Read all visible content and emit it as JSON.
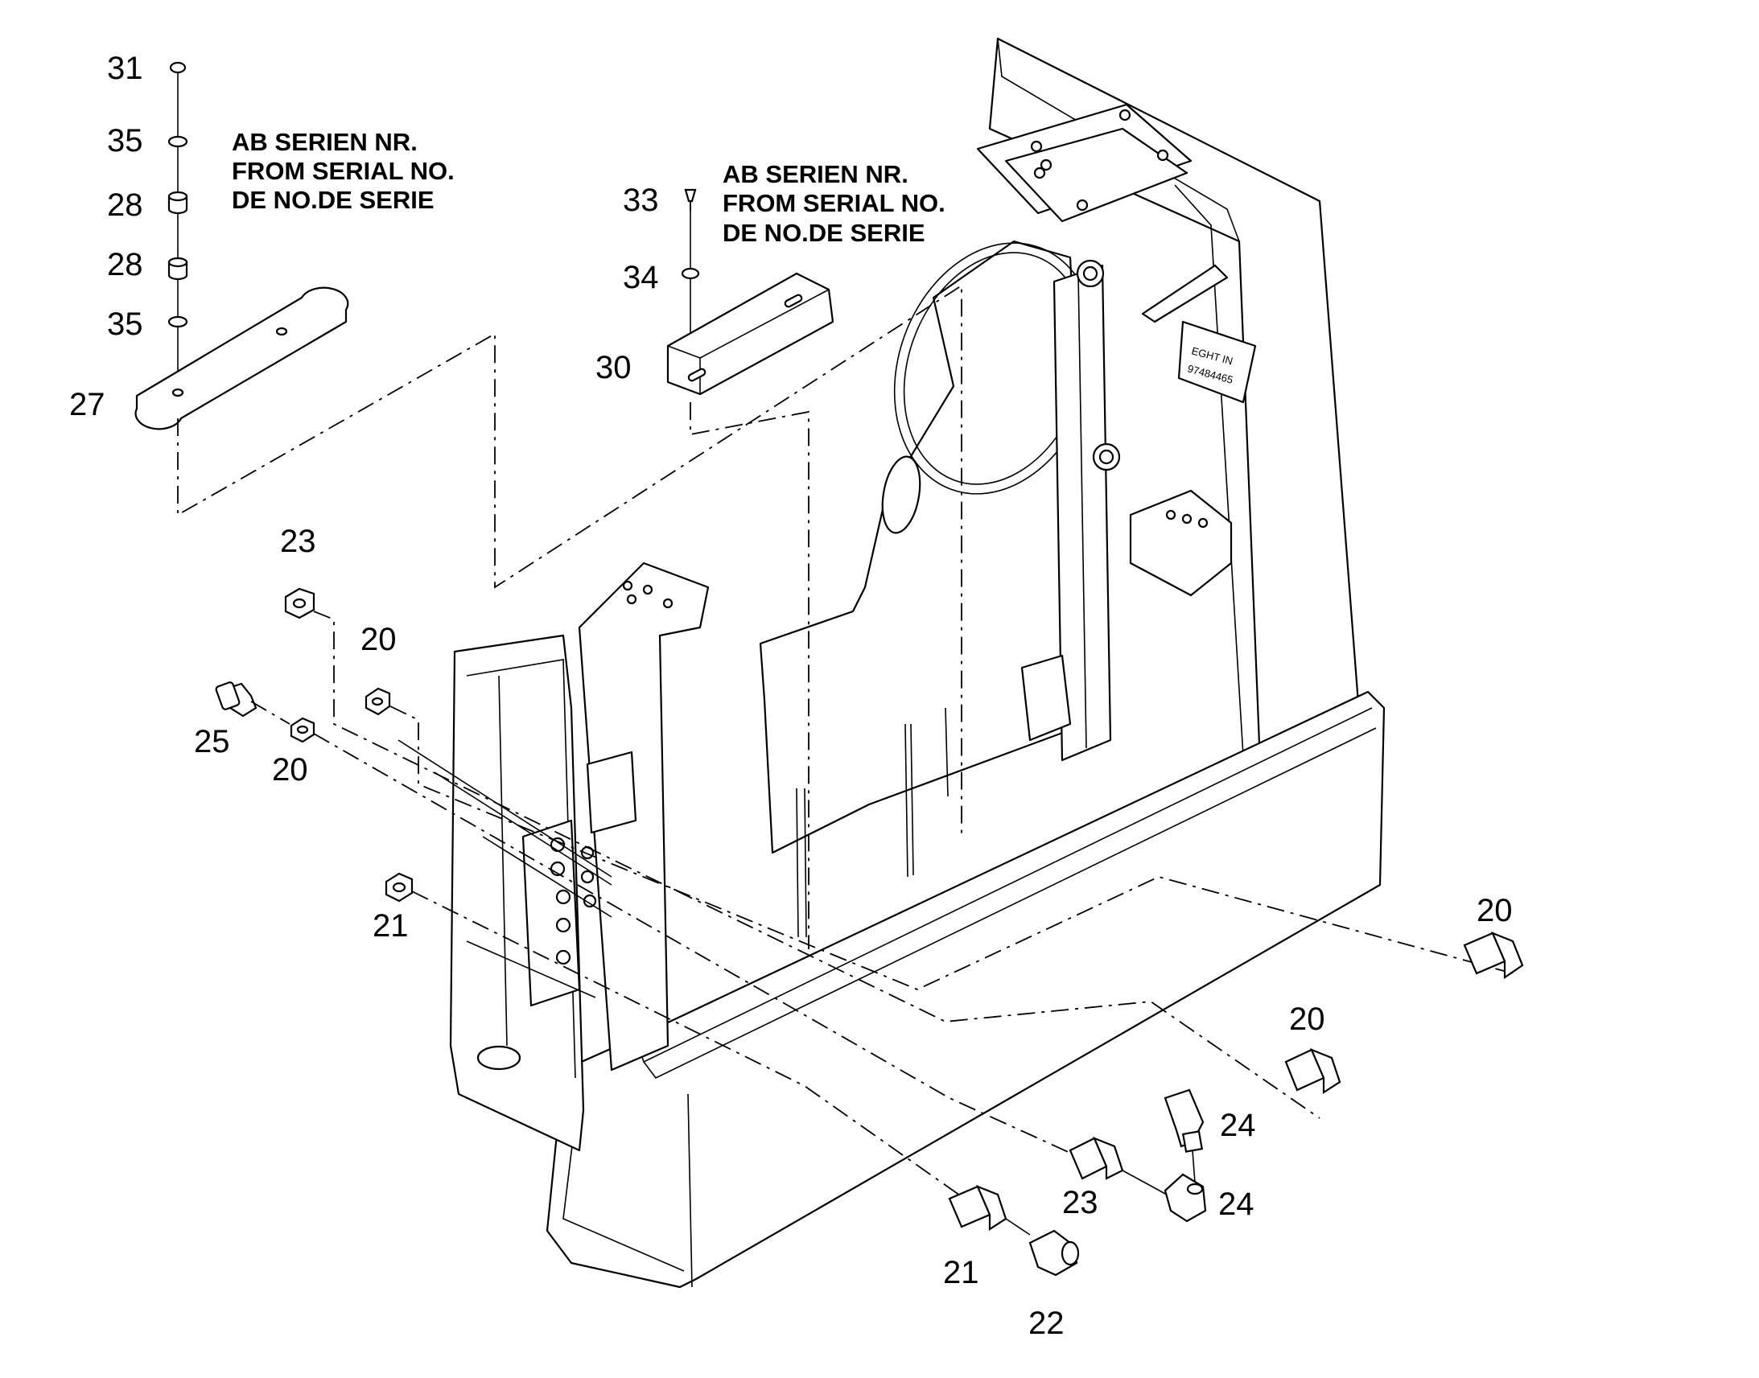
{
  "notes": {
    "left": [
      "AB SERIEN NR.",
      "FROM SERIAL NO.",
      "DE NO.DE SERIE"
    ],
    "center": [
      "AB SERIEN NR.",
      "FROM SERIAL NO.",
      "DE NO.DE SERIE"
    ]
  },
  "labels": {
    "l31": "31",
    "l35a": "35",
    "l28a": "28",
    "l28b": "28",
    "l35b": "35",
    "l27": "27",
    "l33": "33",
    "l34": "34",
    "l30": "30",
    "l23a": "23",
    "l20a": "20",
    "l25": "25",
    "l20b": "20",
    "l21a": "21",
    "l20c": "20",
    "l20d": "20",
    "l24a": "24",
    "l24b": "24",
    "l23b": "23",
    "l21b": "21",
    "l22": "22"
  },
  "plate_marking": [
    "EGHT IN",
    "97484465"
  ]
}
